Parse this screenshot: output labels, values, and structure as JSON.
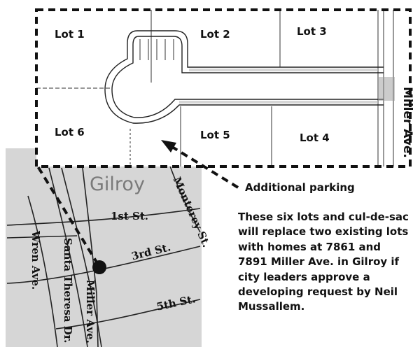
{
  "lots": {
    "lot1": "Lot 1",
    "lot2": "Lot 2",
    "lot3": "Lot 3",
    "lot4": "Lot 4",
    "lot5": "Lot 5",
    "lot6": "Lot 6"
  },
  "plat_street": "Miller Ave.",
  "callout": "Additional parking",
  "caption": "These six lots and cul-de-sac will replace two existing lots with homes at 7861 and 7891 Miller Ave. in Gilroy if city leaders approve a developing request by Neil Mussallem.",
  "map": {
    "city": "Gilroy",
    "streets": {
      "first": "1st St.",
      "third": "3rd St.",
      "fifth": "5th St.",
      "monterey": "Monterey St.",
      "wren": "Wren Ave.",
      "santa_theresa": "Santa Theresa Dr.",
      "miller": "Miller Ave."
    }
  },
  "colors": {
    "map_background": "#d6d6d6",
    "street_lines": "#222222",
    "city_label": "#7a7a7a",
    "marker": "#111111"
  }
}
